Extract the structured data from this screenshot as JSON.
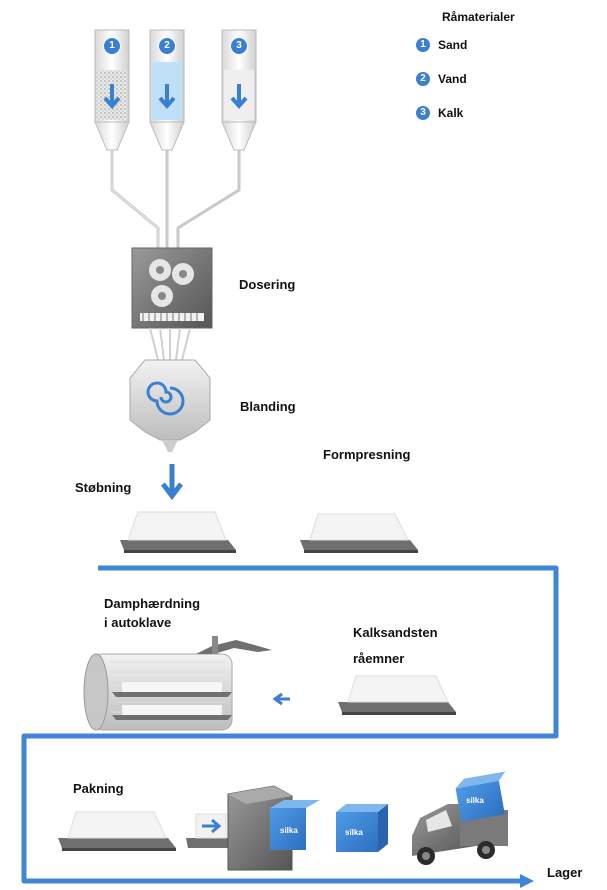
{
  "legend": {
    "title": "Råmaterialer",
    "items": [
      {
        "num": "1",
        "label": "Sand"
      },
      {
        "num": "2",
        "label": "Vand"
      },
      {
        "num": "3",
        "label": "Kalk"
      }
    ]
  },
  "silos": [
    "1",
    "2",
    "3"
  ],
  "steps": {
    "dosering": "Dosering",
    "blanding": "Blanding",
    "formpresning": "Formpresning",
    "stobning": "Støbning",
    "damphaerdning_1": "Damphærdning",
    "damphaerdning_2": "i autoklave",
    "kalksandsten_1": "Kalksandsten",
    "kalksandsten_2": "råemner",
    "pakning": "Pakning",
    "lager": "Lager"
  },
  "brand": {
    "box_label_1": "silka",
    "box_label_2": "silka",
    "box_label_3": "silka"
  },
  "colors": {
    "accent": "#3a7fd0",
    "flow_line": "#3f86d8",
    "machine": "#7a7a7a"
  }
}
